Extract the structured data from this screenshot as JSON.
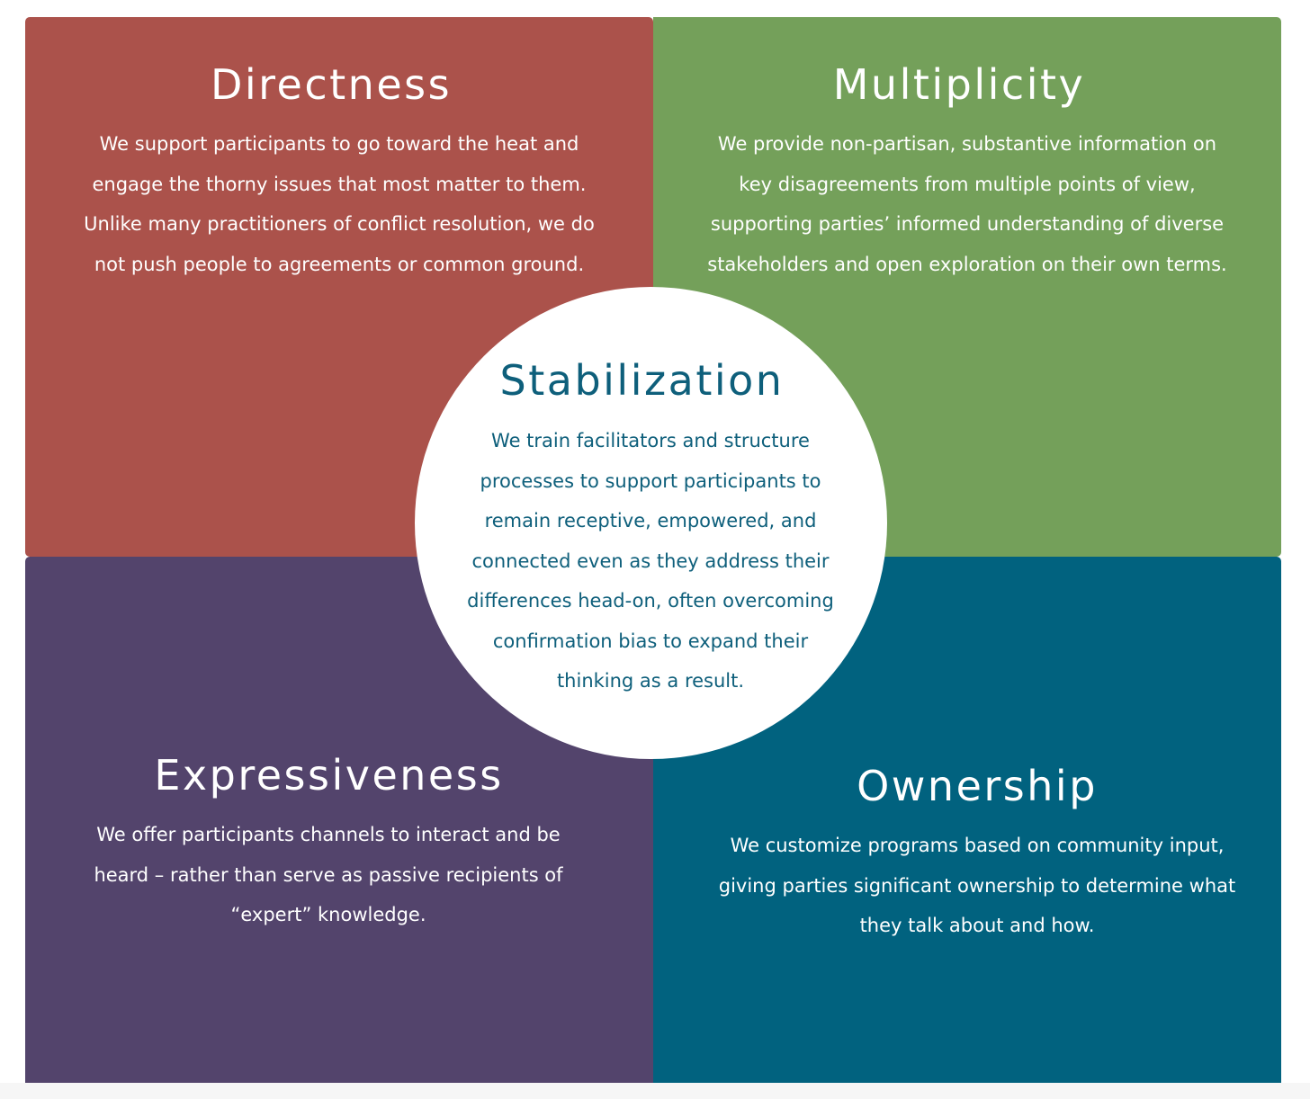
{
  "colors": {
    "directness": "#ab524b",
    "multiplicity": "#74a05a",
    "expressiveness": "#53446c",
    "ownership": "#01627f",
    "stabilization_text": "#0e5f7b"
  },
  "quadrants": {
    "directness": {
      "title": "Directness",
      "body": "We support participants to go toward the heat and engage the thorny issues that most matter to them. Unlike many practitioners of conflict resolution, we do not push people to agreements or common ground."
    },
    "multiplicity": {
      "title": "Multiplicity",
      "body": "We provide non-partisan, substantive information on key disagreements from multiple points of view, supporting parties’ informed understanding of diverse stakeholders and open exploration on their own terms."
    },
    "expressiveness": {
      "title": "Expressiveness",
      "body": "We offer participants channels to interact and be heard – rather than serve as passive recipients of “expert” knowledge."
    },
    "ownership": {
      "title": "Ownership",
      "body": "We customize programs based on community input, giving parties significant ownership to determine what they talk about and how."
    }
  },
  "center": {
    "title": "Stabilization",
    "body": "We train facilitators and structure processes to support participants to remain receptive, empowered, and connected even as they address their differences head-on, often overcoming confirmation bias to expand their thinking as a result."
  }
}
